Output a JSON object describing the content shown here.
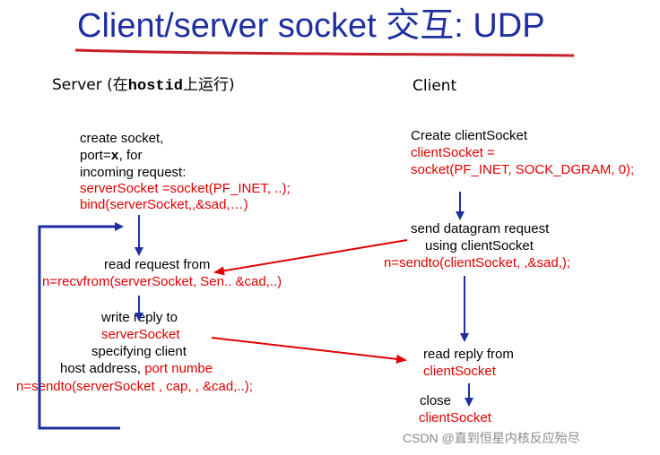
{
  "title": "Client/server socket 交互: UDP",
  "server": {
    "header_prefix": "Server (在",
    "header_mono": "hostid",
    "header_suffix": "上运行)",
    "create_lines": [
      "create socket,",
      "port=",
      "x",
      ", for",
      "incoming request:"
    ],
    "create_code": [
      "serverSocket =socket(PF_INET, ..);",
      "bind(serverSocket,,&sad,…)"
    ],
    "read_label": "read request from",
    "read_code": "n=recvfrom(serverSocket, Sen.. &cad,..)",
    "write_label": "write reply to",
    "write_code": "serverSocket",
    "specifying": "specifying client",
    "host_address": "host address, ",
    "port_numbe": "port numbe",
    "send_code": "n=sendto(serverSocket , cap, , &cad,..);"
  },
  "client": {
    "header": "Client",
    "create_label": "Create clientSocket",
    "create_code": [
      "clientSocket =",
      "socket(PF_INET, SOCK_DGRAM, 0);"
    ],
    "send_label": [
      "send datagram request",
      "using clientSocket"
    ],
    "send_code": "n=sendto(clientSocket, ,&sad,);",
    "read_label": "read reply from",
    "read_code": "clientSocket",
    "close_label": "close",
    "close_code": "clientSocket"
  },
  "watermark": "CSDN @直到恒星内核反应殆尽",
  "colors": {
    "title": "#1f2fa0",
    "arrow_blue": "#1f2fa0",
    "arrow_red": "#e00000",
    "underline": "#c8202a"
  }
}
